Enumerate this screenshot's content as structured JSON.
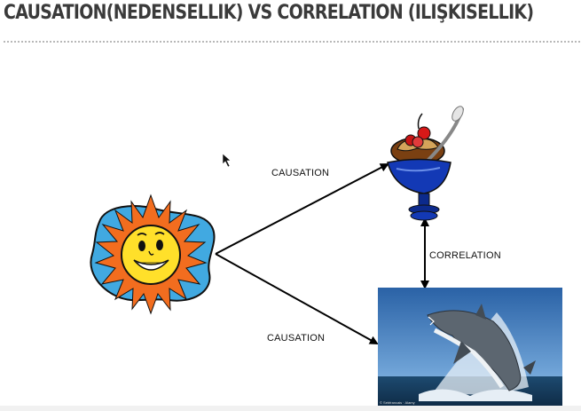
{
  "slide": {
    "title": "CAUSATION(NEDENSELLIK) VS CORRELATION (ILIŞKISELLIK)"
  },
  "diagram": {
    "nodes": [
      {
        "id": "sun",
        "kind": "clipart",
        "icon": "smiling-sun-icon"
      },
      {
        "id": "ice_cream",
        "kind": "clipart",
        "icon": "ice-cream-sundae-icon"
      },
      {
        "id": "shark",
        "kind": "photo",
        "icon": "shark-photo"
      }
    ],
    "edges": [
      {
        "from": "sun",
        "to": "ice_cream",
        "label": "CAUSATION",
        "direction": "forward"
      },
      {
        "from": "sun",
        "to": "shark",
        "label": "CAUSATION",
        "direction": "forward"
      },
      {
        "from": "ice_cream",
        "to": "shark",
        "label": "CORRELATION",
        "direction": "both"
      }
    ]
  },
  "photo_caption": "© Sebfrancais · Alamy"
}
